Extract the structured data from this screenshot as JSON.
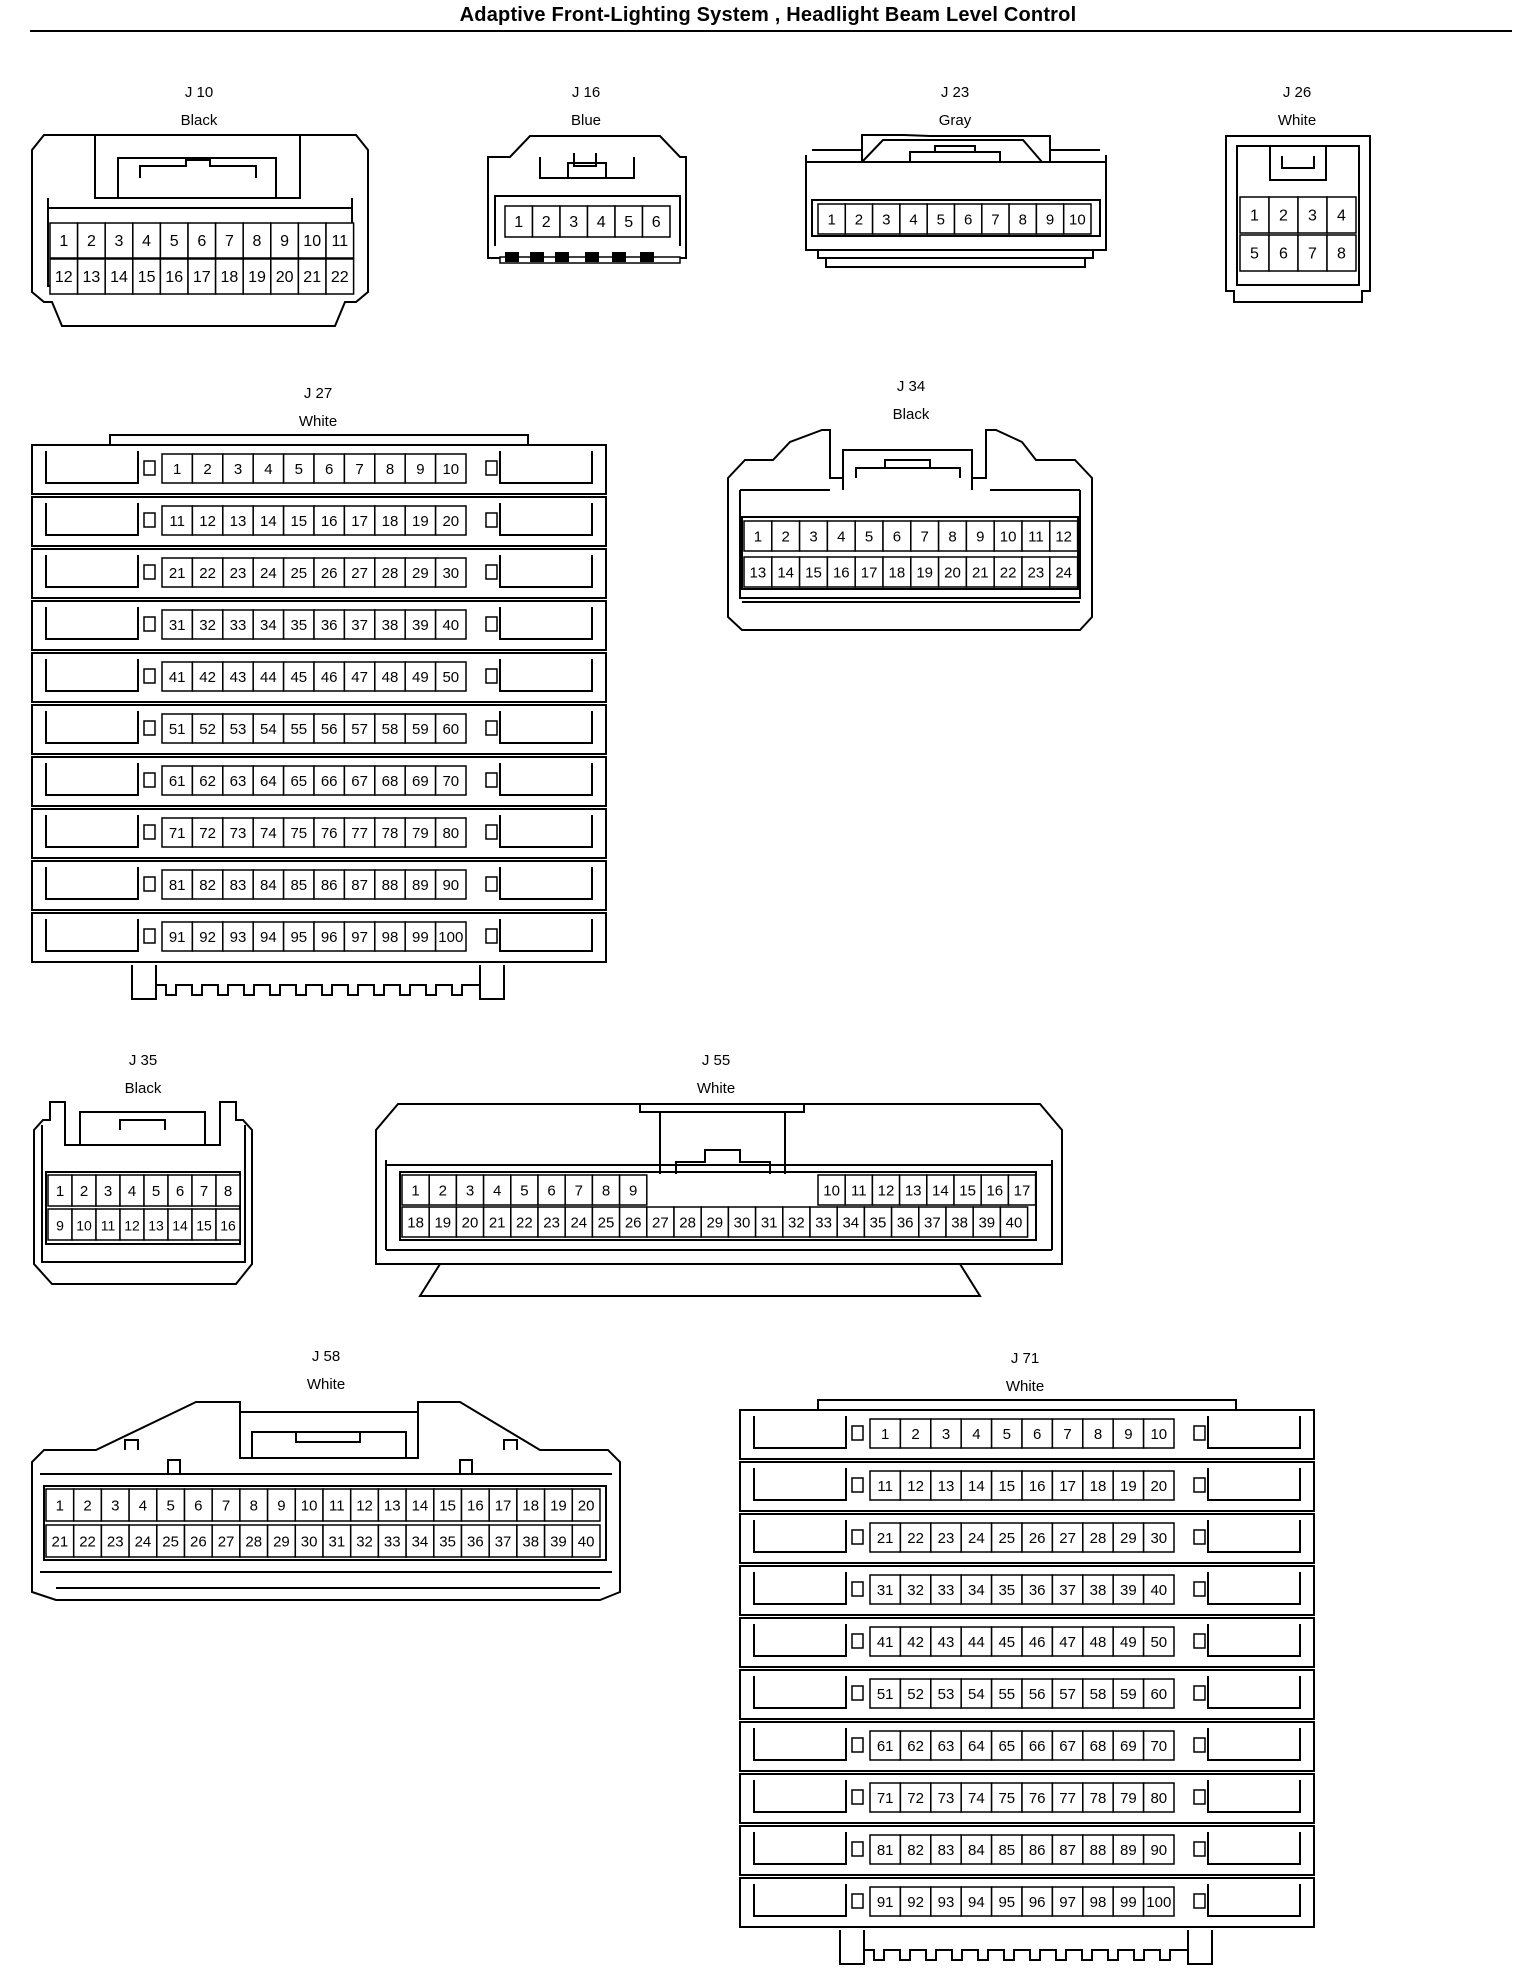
{
  "title": "Adaptive Front-Lighting System , Headlight Beam Level Control",
  "connectors": [
    {
      "id": "J10",
      "name": "J 10",
      "color": "Black",
      "pins": 22
    },
    {
      "id": "J16",
      "name": "J 16",
      "color": "Blue",
      "pins": 6
    },
    {
      "id": "J23",
      "name": "J 23",
      "color": "Gray",
      "pins": 10
    },
    {
      "id": "J26",
      "name": "J 26",
      "color": "White",
      "pins": 8
    },
    {
      "id": "J27",
      "name": "J 27",
      "color": "White",
      "pins": 100
    },
    {
      "id": "J34",
      "name": "J 34",
      "color": "Black",
      "pins": 24
    },
    {
      "id": "J35",
      "name": "J 35",
      "color": "Black",
      "pins": 16
    },
    {
      "id": "J55",
      "name": "J 55",
      "color": "White",
      "pins": 40
    },
    {
      "id": "J58",
      "name": "J 58",
      "color": "White",
      "pins": 40
    },
    {
      "id": "J71",
      "name": "J 71",
      "color": "White",
      "pins": 100
    }
  ]
}
